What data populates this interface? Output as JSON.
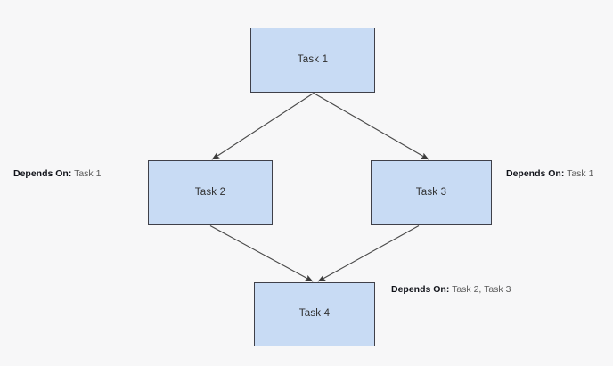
{
  "diagram": {
    "type": "task-dependency-graph",
    "background_color": "#f7f7f8",
    "node_fill_color": "#c8dbf4",
    "node_border_color": "#3f4049",
    "edge_color": "#4a4a4a",
    "nodes": [
      {
        "id": "task1",
        "label": "Task 1"
      },
      {
        "id": "task2",
        "label": "Task 2"
      },
      {
        "id": "task3",
        "label": "Task 3"
      },
      {
        "id": "task4",
        "label": "Task 4"
      }
    ],
    "edges": [
      {
        "from": "Task 1",
        "to": "Task 2"
      },
      {
        "from": "Task 1",
        "to": "Task 3"
      },
      {
        "from": "Task 2",
        "to": "Task 4"
      },
      {
        "from": "Task 3",
        "to": "Task 4"
      }
    ],
    "annotations": [
      {
        "id": "task2-depends",
        "key": "Depends On:",
        "value": "Task 1"
      },
      {
        "id": "task3-depends",
        "key": "Depends On:",
        "value": "Task 1"
      },
      {
        "id": "task4-depends",
        "key": "Depends On:",
        "value": "Task 2, Task 3"
      }
    ]
  }
}
